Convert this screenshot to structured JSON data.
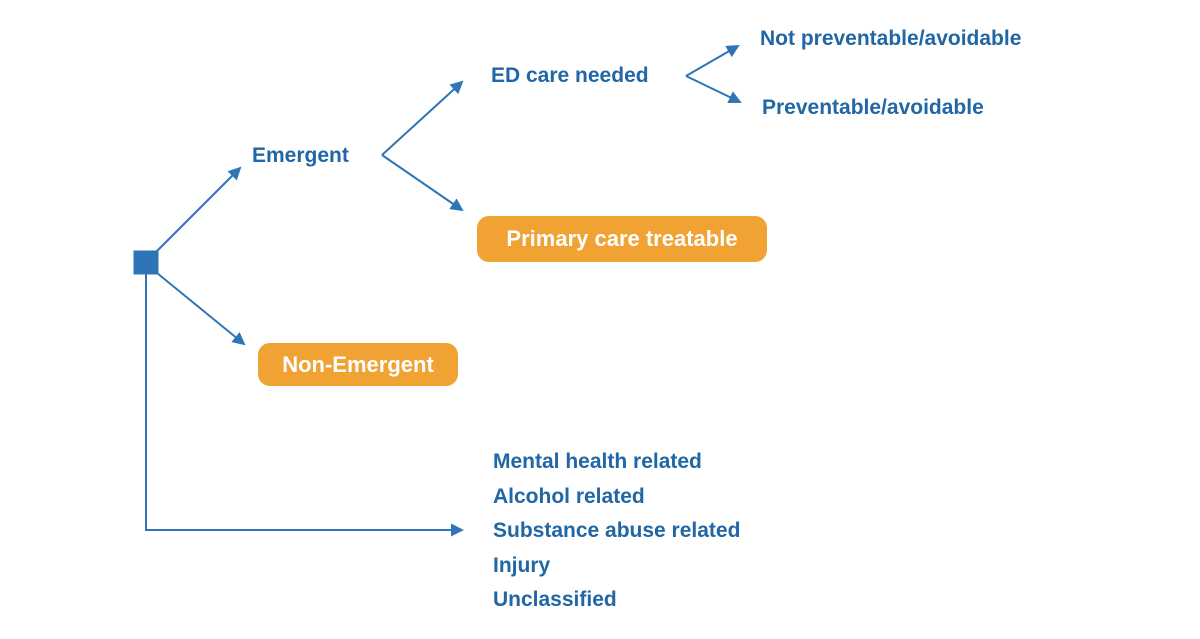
{
  "colors": {
    "background": "#FFFFFF",
    "line_blue": "#2E75B6",
    "text_blue": "#2166A5",
    "pill_orange": "#F0A232",
    "pill_text": "#FFFFFF"
  },
  "diagram": {
    "root": {
      "shape": "square-node"
    },
    "nodes": {
      "emergent": "Emergent",
      "non_emergent": "Non-Emergent",
      "ed_care_needed": "ED care needed",
      "primary_care_treatable": "Primary care treatable",
      "not_preventable": "Not preventable/avoidable",
      "preventable": "Preventable/avoidable"
    },
    "categories": [
      "Mental health related",
      "Alcohol related",
      "Substance abuse related",
      "Injury",
      "Unclassified"
    ]
  }
}
